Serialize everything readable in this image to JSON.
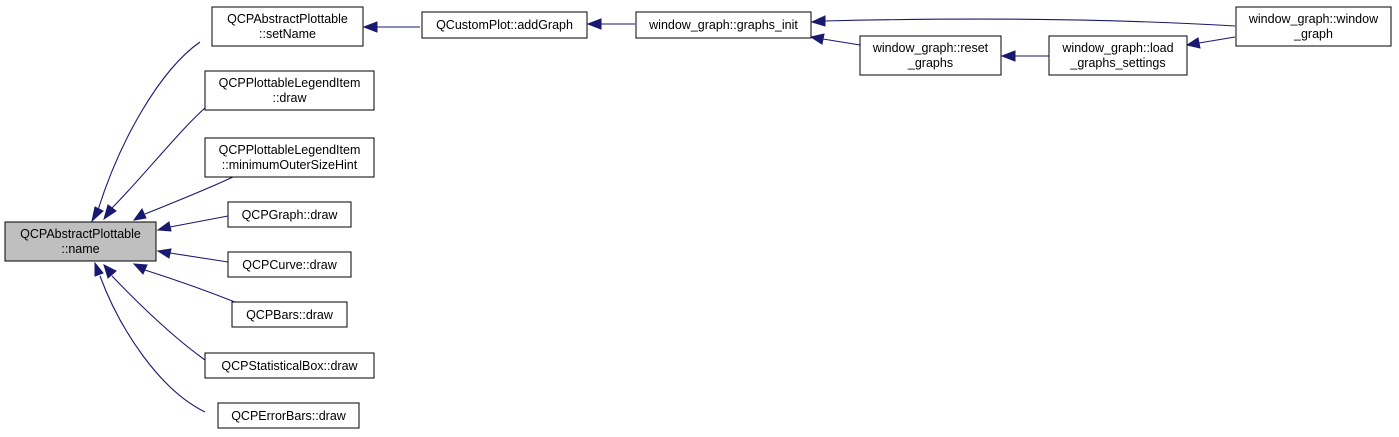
{
  "colors": {
    "edge": "#191970",
    "root_fill": "#bfbfbf",
    "node_fill": "#ffffff",
    "border": "#000000"
  },
  "nodes": {
    "name": {
      "lines": [
        "QCPAbstractPlottable",
        "::name"
      ]
    },
    "setName": {
      "lines": [
        "QCPAbstractPlottable",
        "::setName"
      ]
    },
    "legendDraw": {
      "lines": [
        "QCPPlottableLegendItem",
        "::draw"
      ]
    },
    "legendMin": {
      "lines": [
        "QCPPlottableLegendItem",
        "::minimumOuterSizeHint"
      ]
    },
    "graphDraw": {
      "lines": [
        "QCPGraph::draw"
      ]
    },
    "curveDraw": {
      "lines": [
        "QCPCurve::draw"
      ]
    },
    "barsDraw": {
      "lines": [
        "QCPBars::draw"
      ]
    },
    "boxDraw": {
      "lines": [
        "QCPStatisticalBox::draw"
      ]
    },
    "errDraw": {
      "lines": [
        "QCPErrorBars::draw"
      ]
    },
    "addGraph": {
      "lines": [
        "QCustomPlot::addGraph"
      ]
    },
    "graphsInit": {
      "lines": [
        "window_graph::graphs_init"
      ]
    },
    "resetGraphs": {
      "lines": [
        "window_graph::reset",
        "_graphs"
      ]
    },
    "loadSettings": {
      "lines": [
        "window_graph::load",
        "_graphs_settings"
      ]
    },
    "windowGraph": {
      "lines": [
        "window_graph::window",
        "_graph"
      ]
    }
  }
}
